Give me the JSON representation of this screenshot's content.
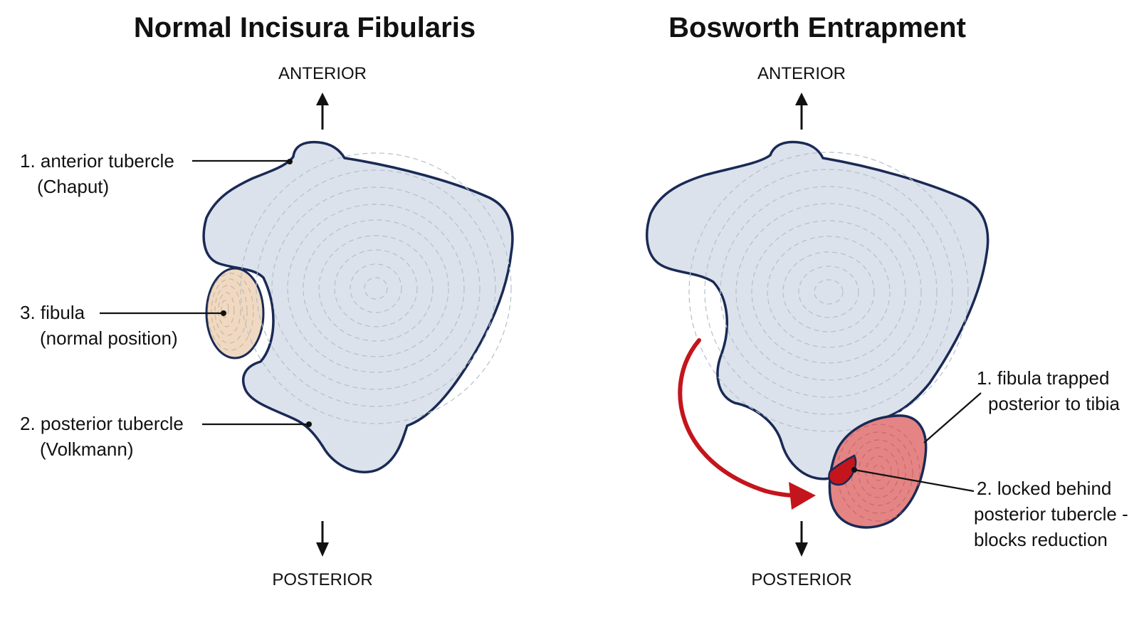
{
  "panels": {
    "normal": {
      "title": "Normal Incisura Fibularis",
      "anterior": "ANTERIOR",
      "posterior": "POSTERIOR",
      "labels": {
        "anterior_tubercle": [
          "1. anterior tubercle",
          "(Chaput)"
        ],
        "fibula": [
          "3. fibula",
          "(normal position)"
        ],
        "posterior_tubercle": [
          "2. posterior tubercle",
          "(Volkmann)"
        ]
      }
    },
    "bosworth": {
      "title": "Bosworth Entrapment",
      "anterior": "ANTERIOR",
      "posterior": "POSTERIOR",
      "labels": {
        "fibula_trapped": [
          "1. fibula trapped",
          "posterior to tibia"
        ],
        "locked": [
          "2. locked behind",
          "posterior tubercle -",
          "blocks reduction"
        ]
      }
    }
  },
  "colors": {
    "tibia_fill": "#dbe2ec",
    "tibia_outline": "#1a2a55",
    "fibula_normal": "#efd9c2",
    "fibula_trapped": "#e58484",
    "lock_point": "#c4151c",
    "rotation_arrow": "#c4151c"
  }
}
